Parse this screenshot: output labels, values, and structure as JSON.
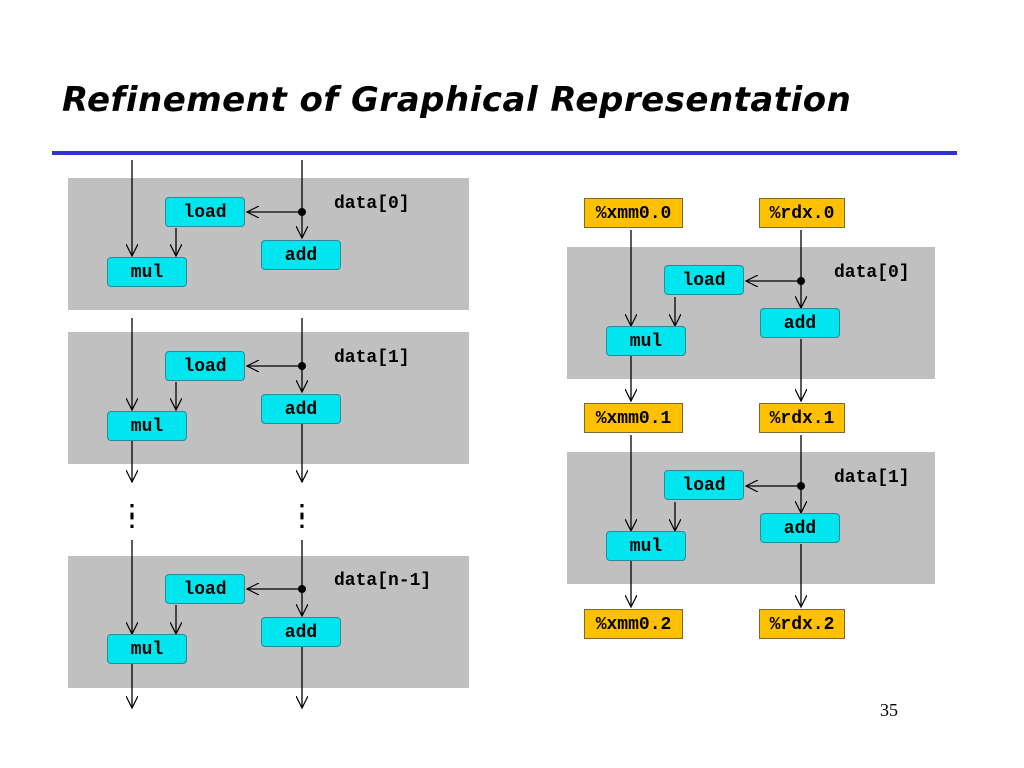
{
  "title": "Refinement of Graphical Representation",
  "page_number": "35",
  "left": {
    "blocks": [
      {
        "load": "load",
        "mul": "mul",
        "add": "add",
        "data": "data[0]"
      },
      {
        "load": "load",
        "mul": "mul",
        "add": "add",
        "data": "data[1]"
      },
      {
        "load": "load",
        "mul": "mul",
        "add": "add",
        "data": "data[n-1]"
      }
    ],
    "ellipsis": ":"
  },
  "right": {
    "registers_top": {
      "xmm": "%xmm0.0",
      "rdx": "%rdx.0"
    },
    "registers_mid": {
      "xmm": "%xmm0.1",
      "rdx": "%rdx.1"
    },
    "registers_bot": {
      "xmm": "%xmm0.2",
      "rdx": "%rdx.2"
    },
    "blocks": [
      {
        "load": "load",
        "mul": "mul",
        "add": "add",
        "data": "data[0]"
      },
      {
        "load": "load",
        "mul": "mul",
        "add": "add",
        "data": "data[1]"
      }
    ]
  },
  "colors": {
    "rule": "#3333cc",
    "panel": "#c0c0c0",
    "op_box": "#00e5ee",
    "register": "#ffc000"
  }
}
